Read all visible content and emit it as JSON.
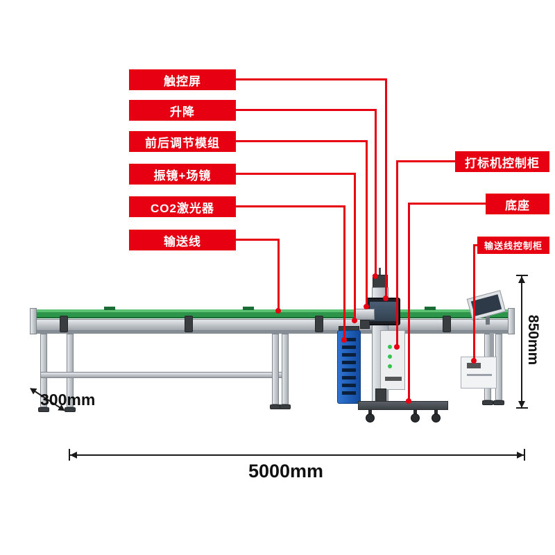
{
  "labels": {
    "left": [
      {
        "text": "触控屏"
      },
      {
        "text": "升降"
      },
      {
        "text": "前后调节模组"
      },
      {
        "text": "振镜+场镜"
      },
      {
        "text": "CO2激光器"
      },
      {
        "text": "输送线"
      }
    ],
    "right": [
      {
        "text": "打标机控制柜"
      },
      {
        "text": "底座"
      },
      {
        "text": "输送线控制柜"
      }
    ]
  },
  "dimensions": {
    "length": "5000mm",
    "height": "850mm",
    "width": "300mm"
  },
  "colors": {
    "label_red": "#e60012",
    "belt_green": "#2c9549",
    "laser_blue": "#1a5fb4",
    "dimension_black": "#1a1a1a"
  }
}
